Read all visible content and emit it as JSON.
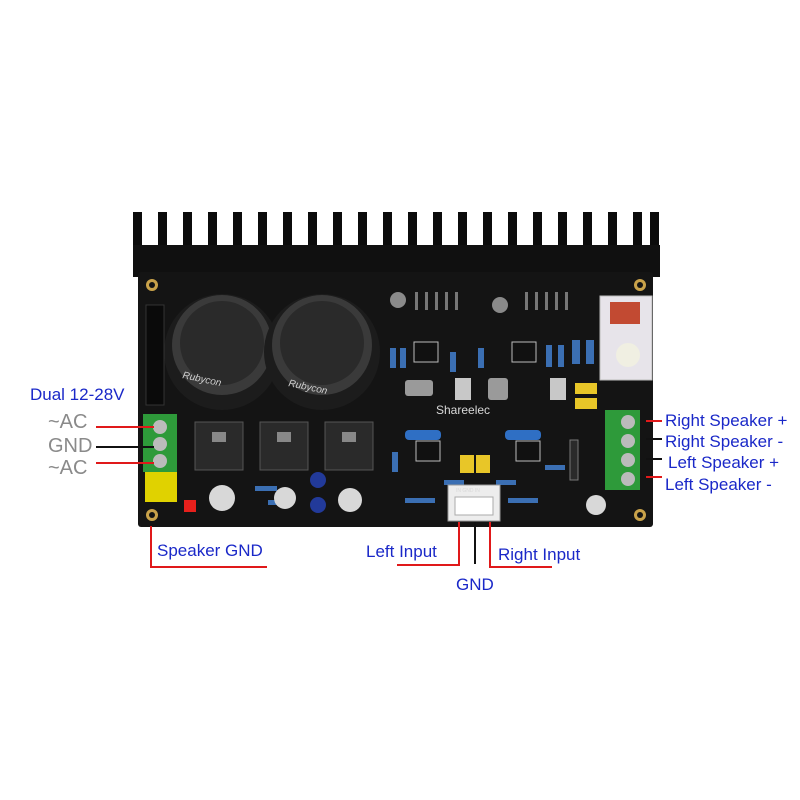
{
  "labels": {
    "power_title": "Dual 12-28V",
    "ac_top": "~AC",
    "gnd": "GND",
    "ac_bottom": "~AC",
    "speaker_gnd": "Speaker GND",
    "left_input": "Left Input",
    "right_input": "Right Input",
    "input_gnd": "GND",
    "right_speaker_plus": "Right Speaker +",
    "right_speaker_minus": "Right Speaker -",
    "left_speaker_plus": "Left Speaker +",
    "left_speaker_minus": "Left Speaker -"
  },
  "board": {
    "capacitor_brand": "Rubycon",
    "pcb_brand": "Shareelec",
    "connector_silk": "IN  GND  IN"
  },
  "colors": {
    "label_blue": "#1a28c8",
    "wire_red": "#e0191a",
    "wire_black": "#111111",
    "pcb": "#141414",
    "terminal_green": "#2e9a3a"
  }
}
